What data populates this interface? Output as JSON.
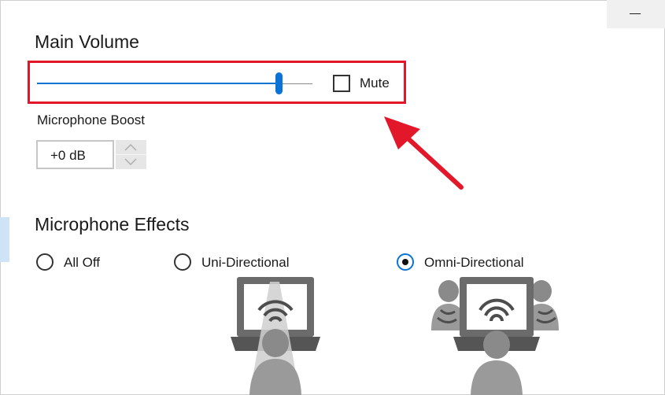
{
  "window": {
    "minimize_icon": "minimize-icon"
  },
  "main_volume": {
    "title": "Main Volume",
    "slider_value_fraction": 0.878,
    "mute_label": "Mute",
    "mute_checked": false
  },
  "microphone_boost": {
    "label": "Microphone Boost",
    "value": "+0 dB"
  },
  "microphone_effects": {
    "title": "Microphone Effects",
    "options": [
      {
        "label": "All Off",
        "selected": false
      },
      {
        "label": "Uni-Directional",
        "selected": false,
        "icon": "uni-directional-illustration"
      },
      {
        "label": "Omni-Directional",
        "selected": true,
        "icon": "omni-directional-illustration"
      }
    ]
  },
  "colors": {
    "accent": "#0a74d6",
    "annotation_red": "#e3172a",
    "illustration_gray": "#6b6b6b"
  }
}
